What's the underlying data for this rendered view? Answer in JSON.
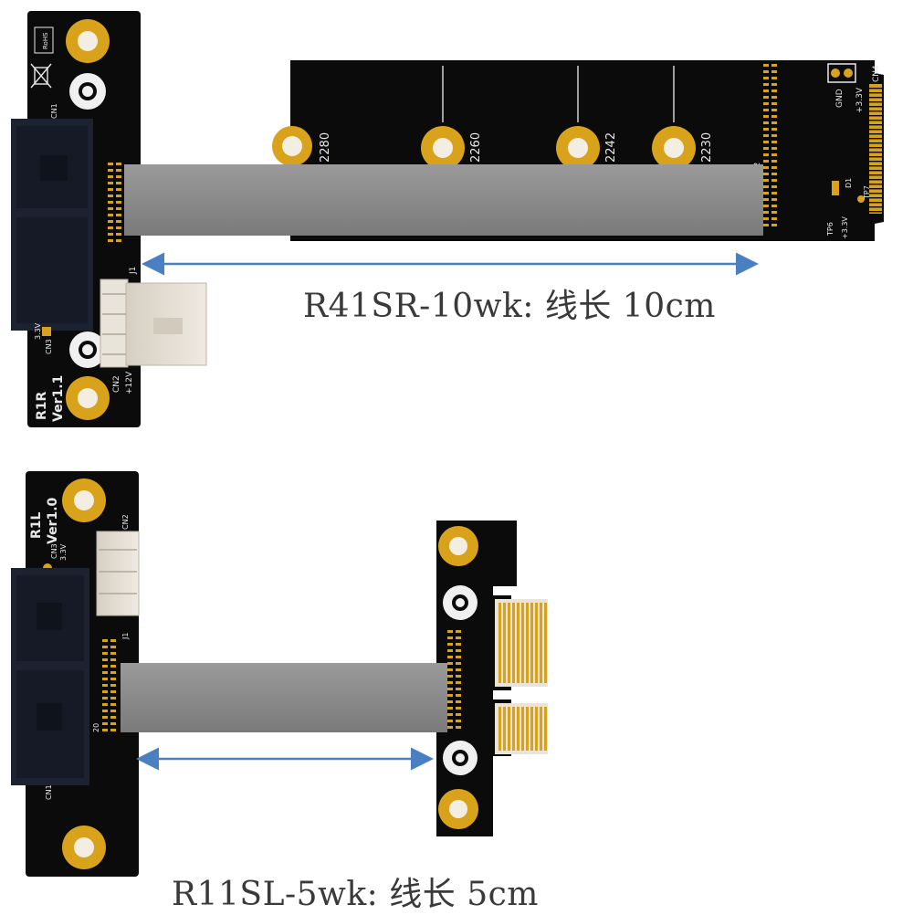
{
  "colors": {
    "pcb": "#0b0b0b",
    "gold": "#d9a21b",
    "ribbon": "#8d8d8d",
    "arrow": "#4a7fc1",
    "connector": "#1c2230",
    "latch": "#e6e0d6",
    "silk": "#e8e8e8"
  },
  "top_assembly": {
    "caption": "R41SR-10wk: 线长 10cm",
    "left_board": {
      "label_model": "R1R",
      "label_version": "Ver1.1",
      "label_cn1": "CN1",
      "label_j1": "J1",
      "label_cn3": "CN3",
      "label_cn3_v": "3.3V",
      "label_cn2": "CN2",
      "label_cn2_v": "+12V",
      "label_rohs": "RoHS",
      "icon_recycle": "recycle-bin-crossed-icon"
    },
    "m2_board": {
      "label_2280": "2280",
      "label_2260": "2260",
      "label_2242": "2242",
      "label_2230": "2230",
      "label_j2": "J2",
      "label_gnd": "GND",
      "label_33v": "+3.3V",
      "label_cn4": "CN4",
      "label_d1": "D1",
      "label_tp7": "TP7",
      "label_tp6": "TP6",
      "label_tp6_v": "+3.3V"
    }
  },
  "bottom_assembly": {
    "caption": "R11SL-5wk: 线长 5cm",
    "left_board": {
      "label_model": "R1L",
      "label_version": "Ver1.0",
      "label_cn2": "CN2",
      "label_cn3": "CN3",
      "label_cn3_v": "3.3V",
      "label_j1": "J1",
      "label_20": "20",
      "label_cn1": "CN1"
    }
  }
}
